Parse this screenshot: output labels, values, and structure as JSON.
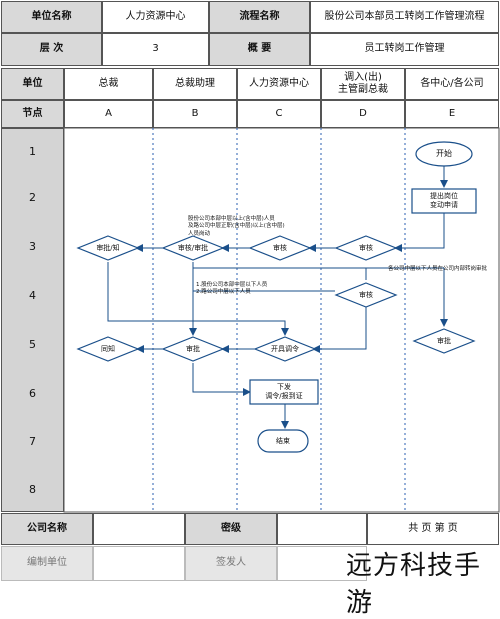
{
  "header": {
    "unit_label": "单位名称",
    "unit_value": "人力资源中心",
    "process_label": "流程名称",
    "process_value": "股份公司本部员工转岗工作管理流程",
    "level_label": "层 次",
    "level_value": "3",
    "summary_label": "概 要",
    "summary_value": "员工转岗工作管理"
  },
  "lanes": {
    "unit_header": "单位",
    "node_header": "节点",
    "names": [
      "总裁",
      "总裁助理",
      "人力资源中心",
      "调入(出)\n主管副总裁",
      "各中心/各公司"
    ],
    "letters": [
      "A",
      "B",
      "C",
      "D",
      "E"
    ]
  },
  "steps": [
    "1",
    "2",
    "3",
    "4",
    "5",
    "6",
    "7",
    "8"
  ],
  "shapes": {
    "start": "开始",
    "apply": "提出岗位\n变动申请",
    "review_a3": "审批/知",
    "review_b3": "审核/审批",
    "review_c3": "审核",
    "review_d3": "审核",
    "review_d4": "审核",
    "notify_a5": "同知",
    "approve_b5": "审批",
    "order_c5": "开具调令",
    "approve_e5": "审批",
    "issue_c6": "下发\n调令/报到证",
    "end": "结束"
  },
  "notes": {
    "note_c3": "股份公司本部中层以上(含中层)人员\n及路公司中层正职(含中层)以上(含中层)\n人员岗动",
    "note_d3": "各公司中层以下人员在公司内部转岗审批",
    "note_c4": "1.股份公司本部中层以下人员\n2.路公司中层以下人员"
  },
  "footer": {
    "company_label": "公司名称",
    "secret_label": "密级",
    "page_text": "共 页 第 页",
    "editor_label": "编制单位",
    "issuer_label": "签发人"
  },
  "watermark": "远方科技手游"
}
